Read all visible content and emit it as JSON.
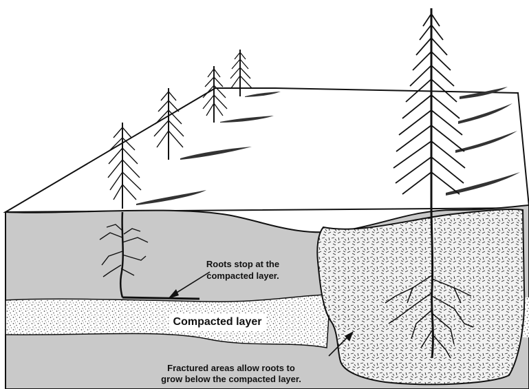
{
  "labels": {
    "roots_stop_line1": "Roots stop at the",
    "roots_stop_line2": "compacted layer.",
    "compacted_layer": "Compacted layer",
    "fractured_line1": "Fractured areas allow roots to",
    "fractured_line2": "grow below the compacted layer."
  },
  "colors": {
    "soil": "#c9c9c9",
    "compacted_dots": "#555555",
    "fractured_fill": "#f2f2f2",
    "ink": "#111111",
    "surface": "#ffffff"
  },
  "elements": {
    "trees": [
      "small-pine-tree",
      "small-pine-tree",
      "small-pine-tree",
      "small-pine-tree",
      "tall-pine-tree"
    ],
    "roots": [
      "shallow-root-system",
      "deep-root-system"
    ]
  }
}
